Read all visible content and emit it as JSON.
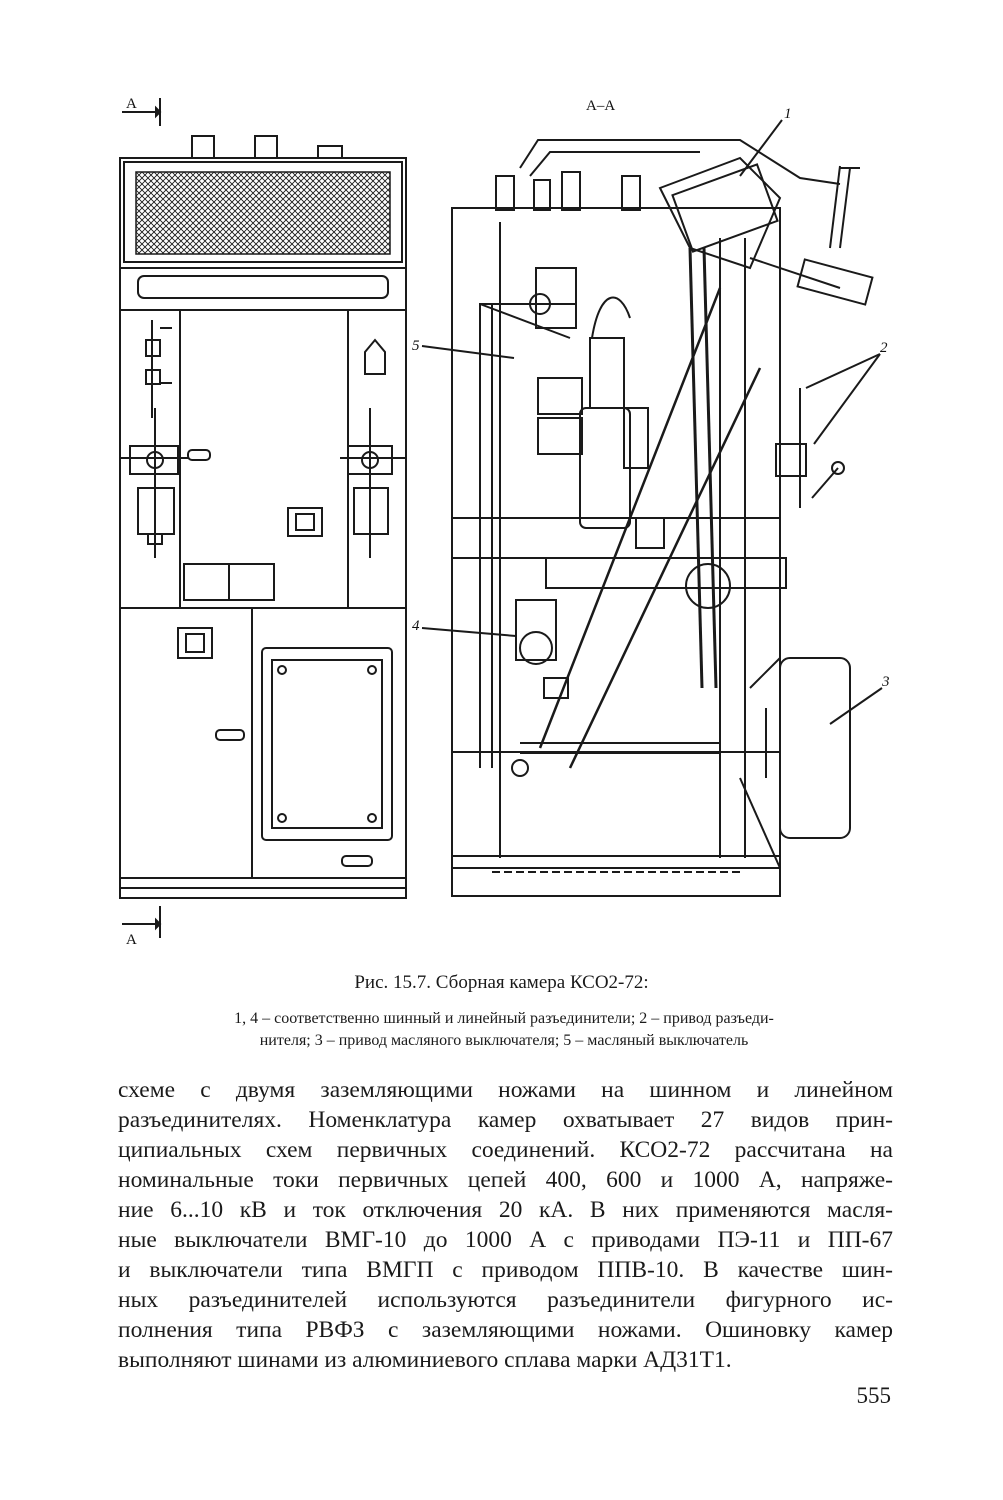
{
  "figure": {
    "section_marker_top": "A",
    "section_marker_bottom": "A",
    "section_title": "A–A",
    "callouts": [
      "1",
      "2",
      "3",
      "4",
      "5"
    ]
  },
  "caption": {
    "title": "Рис. 15.7. Сборная камера КСО2-72:",
    "legend_lines": [
      "1, 4 – соответственно шинный и линейный разъединители; 2 – привод разъеди-",
      "нителя; 3 – привод масляного выключателя; 5 – масляный выключатель"
    ]
  },
  "body_lines": [
    "схеме с двумя заземляющими ножами на шинном и линейном",
    "разъединителях. Номенклатура камер охватывает 27 видов прин-",
    "ципиальных схем первичных соединений. КСО2-72 рассчитана на",
    "номинальные токи первичных цепей 400, 600 и 1000 А, напряже-",
    "ние 6...10 кВ и ток отключения 20 кА. В них применяются масля-",
    "ные выключатели ВМГ-10 до 1000 А с приводами ПЭ-11 и ПП-67",
    "и выключатели типа ВМГП с приводом ППВ-10. В качестве шин-",
    "ных разъединителей используются разъединители фигурного ис-",
    "полнения типа РВФЗ с заземляющими ножами. Ошиновку камер",
    "выполняют шинами из алюминиевого сплава марки АД31Т1."
  ],
  "page_number": "555"
}
